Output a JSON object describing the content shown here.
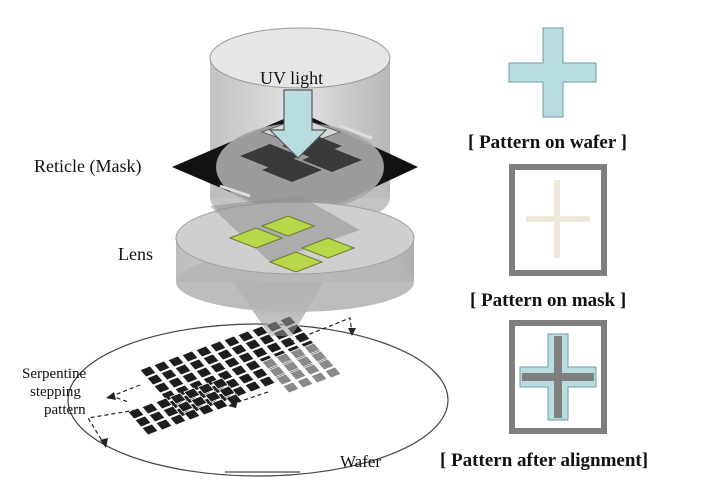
{
  "labels": {
    "uv_light": "UV light",
    "reticle": "Reticle (Mask)",
    "lens": "Lens",
    "serpentine_line1": "Serpentine",
    "serpentine_line2": "stepping",
    "serpentine_line3": "pattern",
    "wafer": "Wafer"
  },
  "panels": {
    "wafer_caption": "[ Pattern on wafer ]",
    "mask_caption": "[ Pattern on mask ]",
    "alignment_caption": "[ Pattern after alignment]"
  },
  "colors": {
    "wafer_cross": "#b9dce0",
    "mask_cross": "#ece7d8",
    "frame": "#7f7f7f",
    "die_green": "#b7d64a",
    "die_dark": "#1d1d1d",
    "arrow_fill": "#b9dce0"
  }
}
